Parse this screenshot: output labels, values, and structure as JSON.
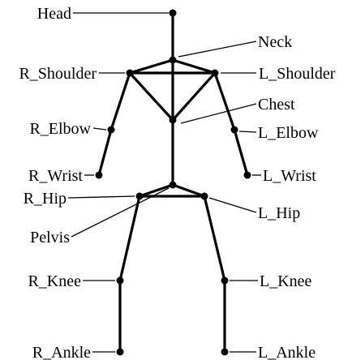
{
  "labels": {
    "head": "Head",
    "neck": "Neck",
    "r_shoulder": "R_Shoulder",
    "l_shoulder": "L_Shoulder",
    "chest": "Chest",
    "r_elbow": "R_Elbow",
    "l_elbow": "L_Elbow",
    "r_wrist": "R_Wrist",
    "l_wrist": "L_Wrist",
    "r_hip": "R_Hip",
    "l_hip": "L_Hip",
    "pelvis": "Pelvis",
    "r_knee": "R_Knee",
    "l_knee": "L_Knee",
    "r_ankle": "R_Ankle",
    "l_ankle": "L_Ankle"
  }
}
